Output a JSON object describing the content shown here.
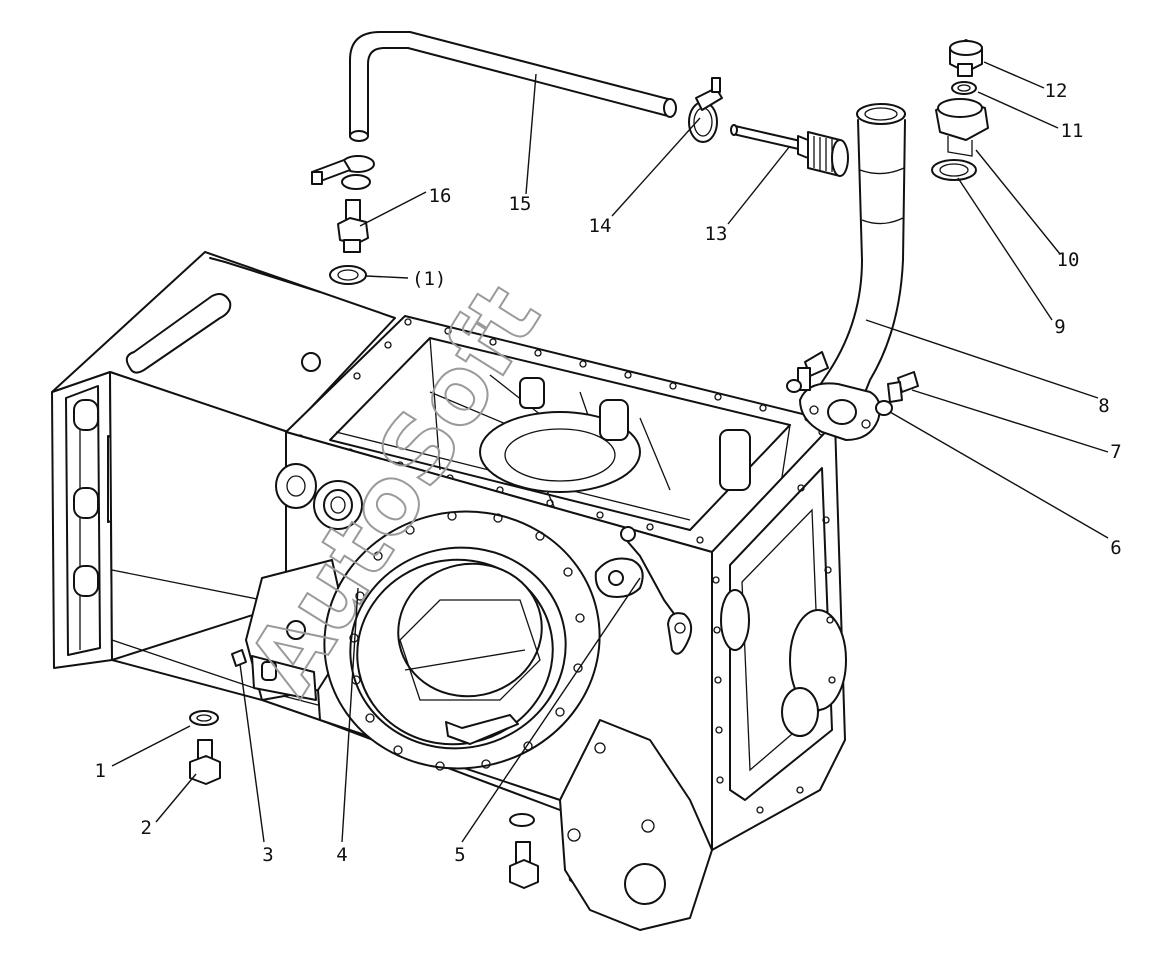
{
  "watermark": "AutoSoft",
  "callouts": [
    "1",
    "2",
    "3",
    "4",
    "5",
    "6",
    "7",
    "8",
    "9",
    "10",
    "11",
    "12",
    "13",
    "14",
    "15",
    "16",
    "(1)"
  ]
}
